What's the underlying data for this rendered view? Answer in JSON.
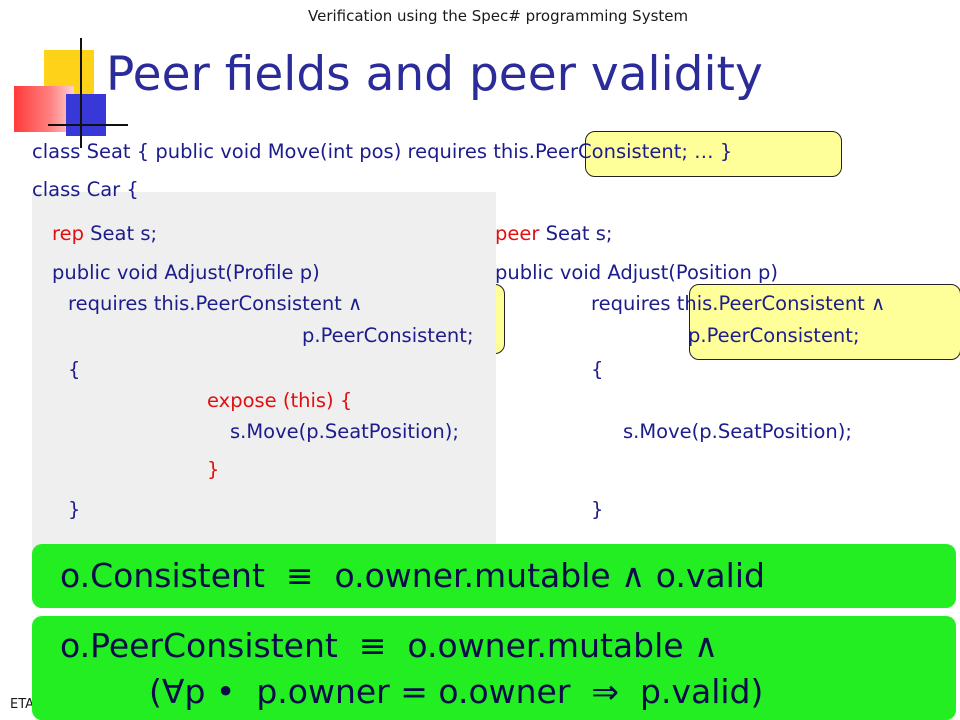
{
  "header": {
    "text": "Verification using the Spec# programming System"
  },
  "slide": {
    "title": "Peer fields and peer validity"
  },
  "code": {
    "line1_a": "class Seat { public void Move(int pos) requires ",
    "line1_hl": "this.PeerConsistent; … }",
    "line2": "class Car {",
    "left": {
      "kw": "rep",
      "decl": " Seat s;",
      "method": "public void Adjust(Profile p)",
      "req_kw": "requires ",
      "req1": "this.PeerConsistent ∧",
      "req2": "p.PeerConsistent;",
      "open": "{",
      "expose": "expose (this) {",
      "call": "s.Move(p.SeatPosition);",
      "expose_close": "}",
      "close": "}"
    },
    "right": {
      "kw": "peer",
      "decl": " Seat s;",
      "method": "public void Adjust(Position p)",
      "req_kw": "requires ",
      "req1": "this.PeerConsistent ∧",
      "req2": "p.PeerConsistent;",
      "open": "{",
      "call": "s.Move(p.SeatPosition);",
      "close": "}"
    }
  },
  "formulas": {
    "consistent": "o.Consistent  ≡  o.owner.mutable ∧ o.valid",
    "peer_line1": "o.PeerConsistent  ≡  o.owner.mutable ∧",
    "peer_line2": "(∀p •  p.owner = o.owner  ⇒  p.valid)"
  },
  "footer": {
    "text": "ETA"
  },
  "colors": {
    "title": "#2b2b99",
    "code": "#1c1c8c",
    "keyword": "#e01010",
    "highlight": "#ffff99",
    "formula_bg": "#22ee22"
  }
}
